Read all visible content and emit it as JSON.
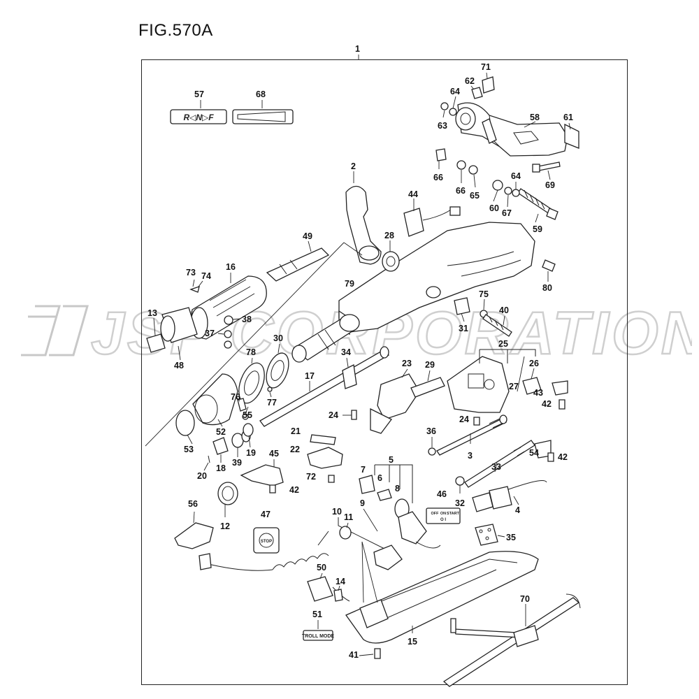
{
  "figure": {
    "title": "FIG.570A"
  },
  "watermark": {
    "text": "JSP CORPORATION"
  },
  "labels": {
    "shift_decal": "R◁N▷F",
    "stop_decal": "STOP",
    "troll_mode_decal": "TROLL MODE",
    "switch_plate_off": "OFF",
    "switch_plate_on": "ON",
    "switch_plate_start": "START",
    "switch_plate_marks": "O  I"
  },
  "callouts": {
    "c1": "1",
    "c2": "2",
    "c3": "3",
    "c4": "4",
    "c5": "5",
    "c6": "6",
    "c7": "7",
    "c8": "8",
    "c9": "9",
    "c10": "10",
    "c11": "11",
    "c12": "12",
    "c13": "13",
    "c14": "14",
    "c15": "15",
    "c16": "16",
    "c17": "17",
    "c18": "18",
    "c19": "19",
    "c20": "20",
    "c21": "21",
    "c22": "22",
    "c23": "23",
    "c24a": "24",
    "c24b": "24",
    "c25": "25",
    "c26": "26",
    "c27": "27",
    "c28": "28",
    "c29": "29",
    "c30": "30",
    "c31": "31",
    "c32": "32",
    "c33": "33",
    "c34": "34",
    "c35": "35",
    "c36": "36",
    "c37": "37",
    "c38": "38",
    "c39": "39",
    "c40": "40",
    "c41": "41",
    "c42a": "42",
    "c42b": "42",
    "c42c": "42",
    "c43": "43",
    "c44": "44",
    "c45": "45",
    "c46": "46",
    "c47": "47",
    "c48": "48",
    "c49": "49",
    "c50": "50",
    "c51": "51",
    "c52": "52",
    "c53": "53",
    "c54": "54",
    "c55": "55",
    "c56": "56",
    "c57": "57",
    "c58": "58",
    "c59": "59",
    "c60": "60",
    "c61": "61",
    "c62": "62",
    "c63": "63",
    "c64a": "64",
    "c64b": "64",
    "c65": "65",
    "c66a": "66",
    "c66b": "66",
    "c67": "67",
    "c68": "68",
    "c69": "69",
    "c70": "70",
    "c71": "71",
    "c72": "72",
    "c73": "73",
    "c74": "74",
    "c75": "75",
    "c76": "76",
    "c77": "77",
    "c78": "78",
    "c79": "79",
    "c80": "80"
  }
}
